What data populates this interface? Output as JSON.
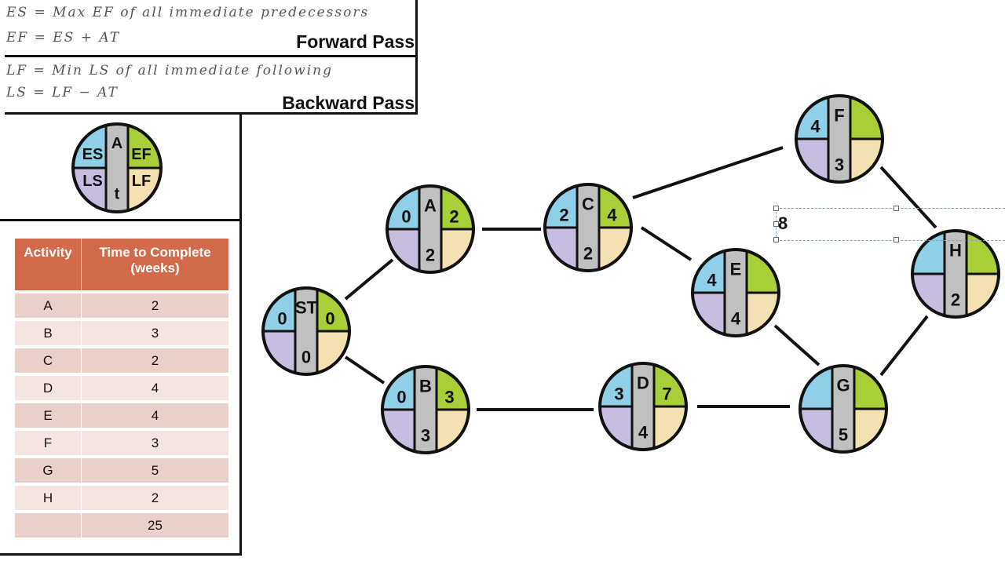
{
  "forward": {
    "formula1": "ES = Max EF of all immediate predecessors",
    "formula2": "EF = ES + AT",
    "title": "Forward Pass"
  },
  "backward": {
    "formula1": "LF = Min LS of all immediate following",
    "formula2": "LS = LF − AT",
    "title": "Backward Pass"
  },
  "legend": {
    "top": "A",
    "es": "ES",
    "ef": "EF",
    "ls": "LS",
    "lf": "LF",
    "bottom": "t"
  },
  "table": {
    "headers": [
      "Activity",
      "Time to Complete (weeks)"
    ],
    "rows": [
      [
        "A",
        "2"
      ],
      [
        "B",
        "3"
      ],
      [
        "C",
        "2"
      ],
      [
        "D",
        "4"
      ],
      [
        "E",
        "4"
      ],
      [
        "F",
        "3"
      ],
      [
        "G",
        "5"
      ],
      [
        "H",
        "2"
      ],
      [
        "",
        "25"
      ]
    ]
  },
  "selection_text": "8",
  "colors": {
    "es": "#8fcfe8",
    "ef": "#a9cf38",
    "ls": "#c7bde0",
    "lf": "#f3e1b1",
    "center": "#c0c0c0",
    "header": "#d46a4c"
  },
  "nodes": [
    {
      "id": "ST",
      "label": "ST",
      "es": "0",
      "ef": "0",
      "ls": "",
      "lf": "",
      "t": "0"
    },
    {
      "id": "A",
      "label": "A",
      "es": "0",
      "ef": "2",
      "ls": "",
      "lf": "",
      "t": "2"
    },
    {
      "id": "B",
      "label": "B",
      "es": "0",
      "ef": "3",
      "ls": "",
      "lf": "",
      "t": "3"
    },
    {
      "id": "C",
      "label": "C",
      "es": "2",
      "ef": "4",
      "ls": "",
      "lf": "",
      "t": "2"
    },
    {
      "id": "D",
      "label": "D",
      "es": "3",
      "ef": "7",
      "ls": "",
      "lf": "",
      "t": "4"
    },
    {
      "id": "E",
      "label": "E",
      "es": "4",
      "ef": "",
      "ls": "",
      "lf": "",
      "t": "4"
    },
    {
      "id": "F",
      "label": "F",
      "es": "4",
      "ef": "",
      "ls": "",
      "lf": "",
      "t": "3"
    },
    {
      "id": "G",
      "label": "G",
      "es": "",
      "ef": "",
      "ls": "",
      "lf": "",
      "t": "5"
    },
    {
      "id": "H",
      "label": "H",
      "es": "",
      "ef": "",
      "ls": "",
      "lf": "",
      "t": "2"
    }
  ],
  "edges": [
    [
      "ST",
      "A"
    ],
    [
      "ST",
      "B"
    ],
    [
      "A",
      "C"
    ],
    [
      "B",
      "D"
    ],
    [
      "C",
      "F"
    ],
    [
      "C",
      "E"
    ],
    [
      "D",
      "G"
    ],
    [
      "E",
      "G"
    ],
    [
      "F",
      "H"
    ],
    [
      "G",
      "H"
    ]
  ]
}
